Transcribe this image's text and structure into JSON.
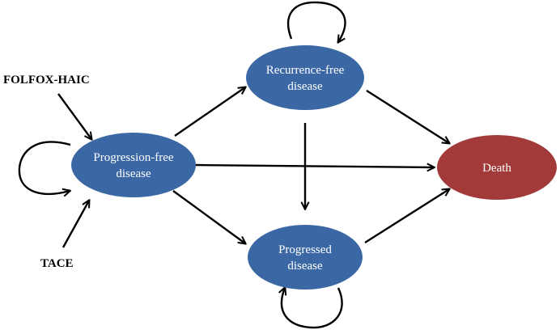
{
  "nodes": {
    "progression_free": {
      "lines": [
        "Progression-free",
        "disease"
      ],
      "color": "#3b67a5"
    },
    "recurrence_free": {
      "lines": [
        "Recurrence-free",
        "disease"
      ],
      "color": "#3b67a5"
    },
    "progressed": {
      "lines": [
        "Progressed",
        "disease"
      ],
      "color": "#3b67a5"
    },
    "death": {
      "lines": [
        "Death"
      ],
      "color": "#a33a3a"
    }
  },
  "inputs": {
    "folfox_haic": "FOLFOX-HAIC",
    "tace": "TACE"
  },
  "edges": [
    {
      "from": "folfox_haic",
      "to": "progression_free"
    },
    {
      "from": "tace",
      "to": "progression_free"
    },
    {
      "from": "progression_free",
      "to": "progression_free",
      "kind": "self-loop"
    },
    {
      "from": "progression_free",
      "to": "recurrence_free"
    },
    {
      "from": "progression_free",
      "to": "death"
    },
    {
      "from": "progression_free",
      "to": "progressed"
    },
    {
      "from": "recurrence_free",
      "to": "recurrence_free",
      "kind": "self-loop"
    },
    {
      "from": "recurrence_free",
      "to": "progressed"
    },
    {
      "from": "recurrence_free",
      "to": "death"
    },
    {
      "from": "progressed",
      "to": "progressed",
      "kind": "self-loop"
    },
    {
      "from": "progressed",
      "to": "death"
    }
  ]
}
